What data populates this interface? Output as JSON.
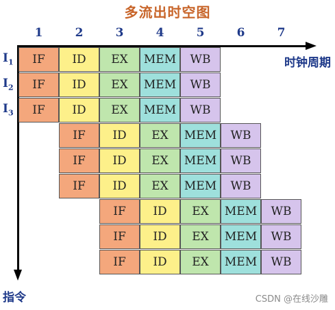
{
  "title": "多流出时空图",
  "columns": [
    "1",
    "2",
    "3",
    "4",
    "5",
    "6",
    "7"
  ],
  "x_axis_label": "时钟周期",
  "y_axis_label": "指令",
  "row_labels": [
    {
      "main": "I",
      "sub": "1"
    },
    {
      "main": "I",
      "sub": "2"
    },
    {
      "main": "I",
      "sub": "3"
    }
  ],
  "stages": [
    "IF",
    "ID",
    "EX",
    "MEM",
    "WB"
  ],
  "stage_colors": {
    "IF": "#f4a77c",
    "ID": "#fdf08a",
    "EX": "#bfe6ad",
    "MEM": "#9ee0dc",
    "WB": "#d6c4ec"
  },
  "rows": [
    {
      "start": 1
    },
    {
      "start": 1
    },
    {
      "start": 1
    },
    {
      "start": 2
    },
    {
      "start": 2
    },
    {
      "start": 2
    },
    {
      "start": 3
    },
    {
      "start": 3
    },
    {
      "start": 3
    }
  ],
  "watermark": "CSDN @在线沙雕"
}
